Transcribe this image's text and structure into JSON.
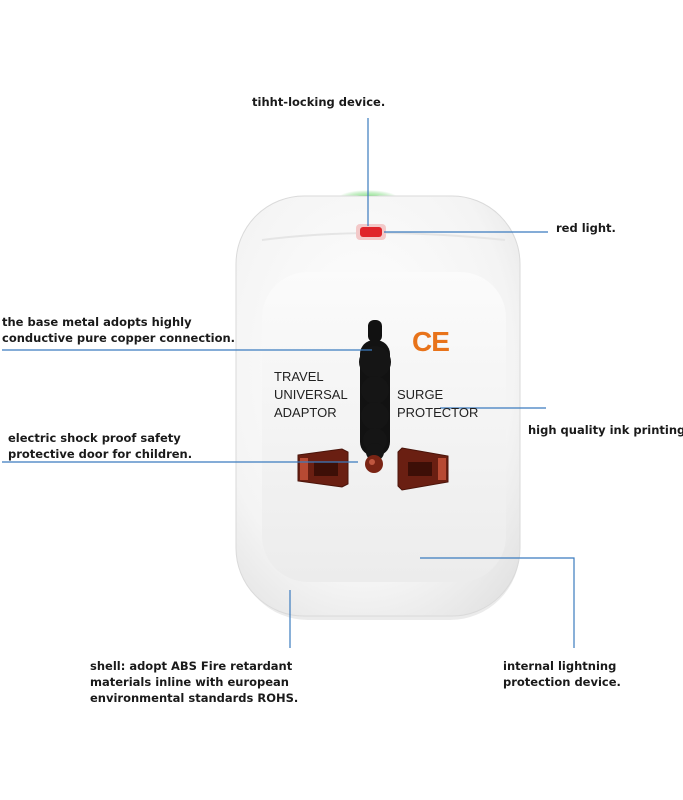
{
  "callouts": {
    "locking": "tihht-locking device.",
    "red_light": "red light.",
    "base_metal": [
      "the base metal adopts highly",
      "conductive pure copper connection."
    ],
    "ink": "high quality ink printing.",
    "shock": [
      "electric shock proof safety",
      "protective door for children."
    ],
    "shell": [
      "shell: adopt ABS Fire retardant",
      "materials inline with european",
      "environmental standards ROHS."
    ],
    "lightning": [
      "internal lightning",
      "protection device."
    ]
  },
  "plug_face": {
    "left_text": [
      "TRAVEL",
      "UNIVERSAL",
      "ADAPTOR"
    ],
    "right_text": [
      "SURGE",
      "PROTECTOR"
    ],
    "mark": "CE"
  },
  "colors": {
    "line": "#3b7bbf",
    "ce": "#e8731a",
    "indicator_red": "#e0242a",
    "indicator_green": "#5cd95c",
    "socket": "#6a1f12"
  }
}
